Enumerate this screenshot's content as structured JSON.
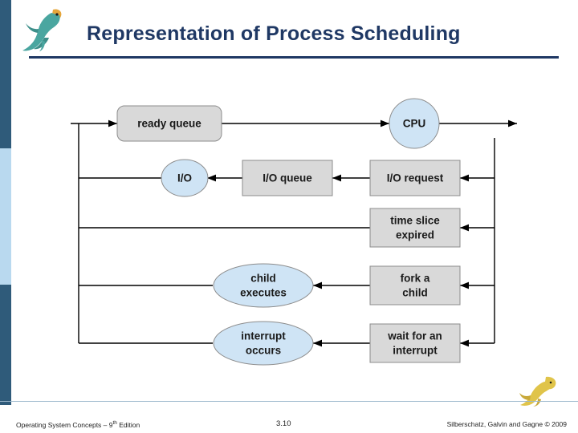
{
  "slide": {
    "title": "Representation of Process Scheduling",
    "title_color": "#1f3864"
  },
  "diagram": {
    "type": "flow-diagram",
    "nodes": [
      {
        "id": "ready-queue",
        "label": "ready queue",
        "shape": "rounded-rect",
        "fill": "#d9d9d9"
      },
      {
        "id": "cpu",
        "label": "CPU",
        "shape": "circle",
        "fill": "#cfe4f5"
      },
      {
        "id": "io",
        "label": "I/O",
        "shape": "ellipse",
        "fill": "#cfe4f5"
      },
      {
        "id": "io-queue",
        "label": "I/O queue",
        "shape": "rect",
        "fill": "#d9d9d9"
      },
      {
        "id": "io-request",
        "label": "I/O request",
        "shape": "rect",
        "fill": "#d9d9d9"
      },
      {
        "id": "time-slice",
        "label": "time slice",
        "label2": "expired",
        "shape": "rect",
        "fill": "#d9d9d9"
      },
      {
        "id": "child-executes",
        "label": "child",
        "label2": "executes",
        "shape": "ellipse",
        "fill": "#cfe4f5"
      },
      {
        "id": "fork-a-child",
        "label": "fork a",
        "label2": "child",
        "shape": "rect",
        "fill": "#d9d9d9"
      },
      {
        "id": "interrupt-occurs",
        "label": "interrupt",
        "label2": "occurs",
        "shape": "ellipse",
        "fill": "#cfe4f5"
      },
      {
        "id": "wait-interrupt",
        "label": "wait for an",
        "label2": "interrupt",
        "shape": "rect",
        "fill": "#d9d9d9"
      }
    ],
    "edges": [
      {
        "from": "entry",
        "to": "ready-queue"
      },
      {
        "from": "ready-queue",
        "to": "cpu"
      },
      {
        "from": "cpu",
        "to": "exit"
      },
      {
        "from": "io-request",
        "to": "io-queue"
      },
      {
        "from": "io-queue",
        "to": "io"
      },
      {
        "from": "io",
        "to": "ready-queue"
      },
      {
        "from": "time-slice",
        "to": "ready-queue"
      },
      {
        "from": "fork-a-child",
        "to": "child-executes"
      },
      {
        "from": "child-executes",
        "to": "ready-queue"
      },
      {
        "from": "wait-interrupt",
        "to": "interrupt-occurs"
      },
      {
        "from": "interrupt-occurs",
        "to": "ready-queue"
      }
    ]
  },
  "footer": {
    "left_text": "Operating System Concepts – 9",
    "left_sup": "th",
    "left_text_end": " Edition",
    "center_text": "3.10",
    "right_text": "Silberschatz, Galvin and Gagne © 2009"
  }
}
